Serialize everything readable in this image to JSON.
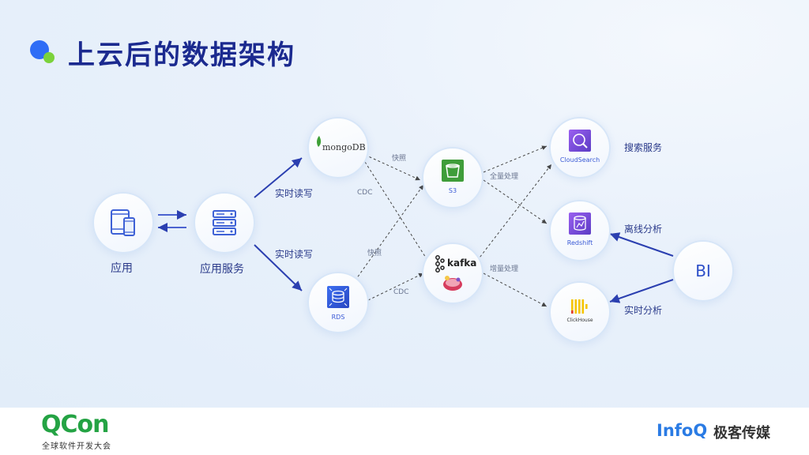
{
  "title": "上云后的数据架构",
  "nodes": {
    "app": {
      "caption": "应用",
      "icon": "mobile-tablet-icon"
    },
    "app_service": {
      "caption": "应用服务",
      "icon": "server-rack-icon"
    },
    "mongodb": {
      "logo_text": "mongoDB",
      "icon": "mongodb-leaf-icon"
    },
    "rds": {
      "label": "RDS",
      "icon": "rds-database-icon"
    },
    "s3": {
      "label": "S3",
      "icon": "s3-bucket-icon"
    },
    "kafka": {
      "logo_text": "kafka",
      "icon": "kafka-icon"
    },
    "cloudsearch": {
      "label": "CloudSearch",
      "icon": "cloudsearch-magnifier-icon"
    },
    "redshift": {
      "label": "Redshift",
      "icon": "redshift-icon"
    },
    "clickhouse": {
      "label": "ClickHouse",
      "icon": "clickhouse-bars-icon"
    },
    "bi": {
      "label": "BI"
    }
  },
  "edge_labels": {
    "rw_top": "实时读写",
    "rw_bottom": "实时读写",
    "snapshot_top": "快照",
    "snapshot_bottom": "快照",
    "cdc_top": "CDC",
    "cdc_bottom": "CDC",
    "full_processing": "全量处理",
    "incremental_processing": "增量处理"
  },
  "service_labels": {
    "search": "搜索服务",
    "offline": "离线分析",
    "realtime": "实时分析"
  },
  "footer": {
    "qcon_logo": "QCon",
    "qcon_subtitle": "全球软件开发大会",
    "infoq_logo": "InfoQ",
    "infoq_cn": "极客传媒"
  },
  "colors": {
    "title": "#1b2a8f",
    "accent_blue": "#2f6df6",
    "accent_green": "#7bd23b",
    "arrow": "#2b3fb0",
    "aws_purple": "#7b4fd8",
    "s3_green": "#3f9d3a",
    "clickhouse_yellow": "#f5c400"
  }
}
